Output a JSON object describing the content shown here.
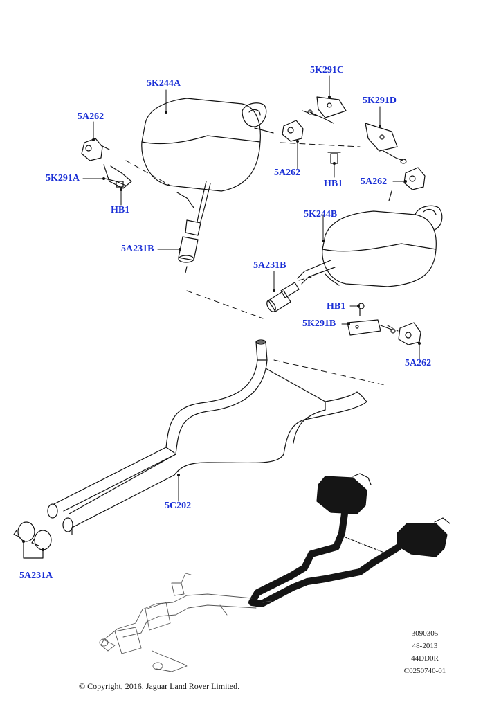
{
  "callouts": {
    "muffler_left": "5K244A",
    "hanger_c": "5K291C",
    "hanger_d": "5K291D",
    "clamp_top_left": "5A262",
    "hanger_a": "5K291A",
    "bolt_hb1_left": "HB1",
    "clamp_mid": "5A262",
    "bolt_hb1_mid": "HB1",
    "clamp_top_right": "5A262",
    "muffler_right": "5K244B",
    "clamp_sleeve_left": "5A231B",
    "clamp_sleeve_right": "5A231B",
    "bolt_hb1_right": "HB1",
    "hanger_b": "5K291B",
    "clamp_bottom_right": "5A262",
    "pipe_front": "5C202",
    "clamp_front": "5A231A"
  },
  "reference": {
    "code": "3090305",
    "group": "48-2013",
    "model": "44DD0R",
    "illustration": "C0250740-01"
  },
  "copyright": "© Copyright, 2016. Jaguar Land Rover Limited.",
  "colors": {
    "callout": "#1a2fd6",
    "line": "#111111",
    "part_dark": "#151515"
  }
}
